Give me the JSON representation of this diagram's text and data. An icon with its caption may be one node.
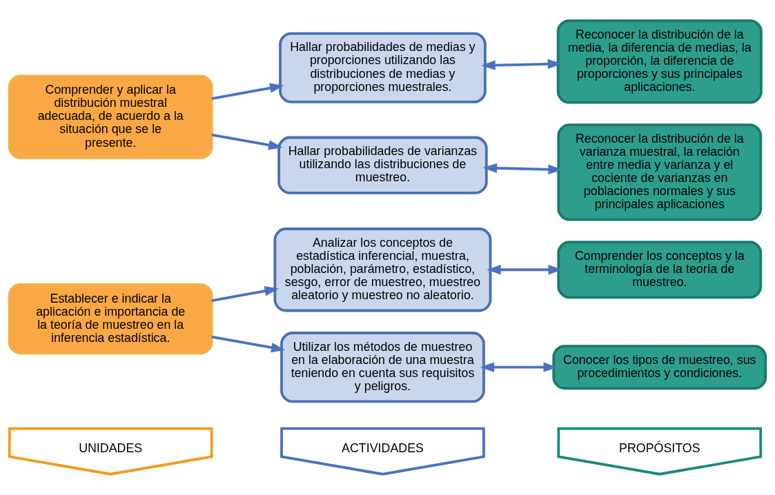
{
  "diagram": {
    "nodes": [
      {
        "text": [
          "UNIDADES"
        ]
      },
      {
        "text": [
          "ACTIVIDADES"
        ]
      },
      {
        "text": [
          "PROPÓSITOS"
        ]
      },
      {
        "text": [
          "Establecer e indicar la aplicación e importancia de la teoría de muestreo en la inferencia estadística."
        ]
      },
      {
        "text": [
          "Comprender y aplicar la distribución muestral adecuada, de acuerdo a la situación que se le presente."
        ]
      },
      {
        "text": [
          "Analizar los conceptos de estadística inferencial, muestra, población, parámetro, estadístico, sesgo, error de muestreo, muestreo aleatorio y muestreo no aleatorio."
        ]
      },
      {
        "text": [
          "Utilizar los métodos de muestreo en la elaboración de una muestra teniendo en cuenta sus requisitos y peligros."
        ]
      },
      {
        "text": [
          "Hallar probabilidades de medias y proporciones utilizando las distribuciones de medias y proporciones muestrales."
        ]
      },
      {
        "text": [
          "Hallar probabilidades de varianzas utilizando las distribuciones de muestreo."
        ]
      },
      {
        "text": [
          "Comprender los conceptos y la terminología de la teoría de muestreo."
        ]
      },
      {
        "text": [
          "Conocer los tipos de muestreo, sus procedimientos y condiciones."
        ]
      },
      {
        "text": [
          "Reconocer la distribución de la media, la diferencia de medias, la proporción, la diferencia de proporciones y sus principales aplicaciones."
        ]
      },
      {
        "text": [
          "Reconocer la distribución de la varianza muestral, la relación entre media y varianza y el cociente de varianzas en poblaciones normales y sus principales aplicaciones"
        ]
      }
    ],
    "edges": [
      {
        "from": 3,
        "to": 5,
        "arrow": "to"
      },
      {
        "from": 3,
        "to": 6,
        "arrow": "to"
      },
      {
        "from": 4,
        "to": 7,
        "arrow": "to"
      },
      {
        "from": 4,
        "to": 8,
        "arrow": "to"
      },
      {
        "from": 5,
        "to": 9,
        "arrow": "both"
      },
      {
        "from": 6,
        "to": 10,
        "arrow": "both"
      },
      {
        "from": 7,
        "to": 11,
        "arrow": "both"
      },
      {
        "from": 8,
        "to": 12,
        "arrow": "both"
      }
    ]
  }
}
